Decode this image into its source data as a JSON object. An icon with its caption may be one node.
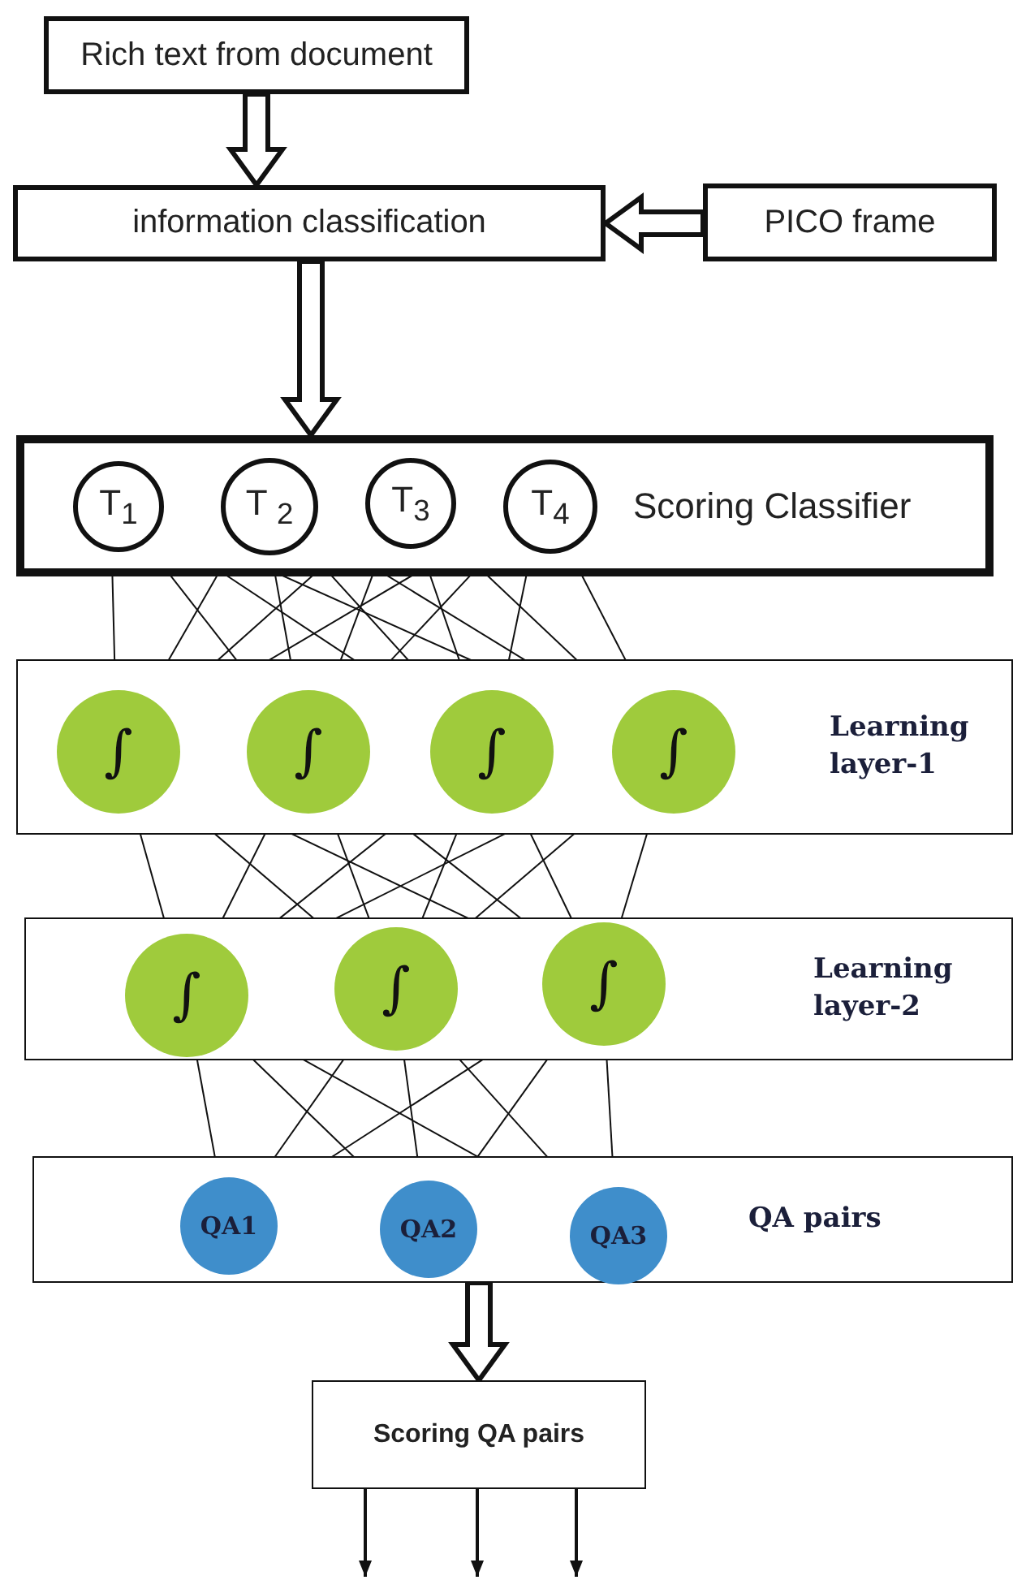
{
  "diagram": {
    "nodes": [
      {
        "text": [
          "Rich text from document"
        ]
      },
      {
        "text": [
          "information classification"
        ]
      },
      {
        "text": [
          "PICO frame"
        ]
      },
      {
        "text": [
          "Scoring Classifier"
        ]
      },
      {
        "text": [
          "T$_{1}$"
        ],
        "in": 3
      },
      {
        "text": [
          "T $_{2}$"
        ],
        "in": 3
      },
      {
        "text": [
          "T$_{3}$"
        ],
        "in": 3
      },
      {
        "text": [
          "T$_{4}$"
        ],
        "in": 3
      },
      {
        "text": [
          "Learning layer-1"
        ]
      },
      {
        "text": [
          "∫"
        ],
        "in": 8
      },
      {
        "text": [
          "∫"
        ],
        "in": 8
      },
      {
        "text": [
          "∫"
        ],
        "in": 8
      },
      {
        "text": [
          "∫"
        ],
        "in": 8
      },
      {
        "text": [
          "Learning layer-2"
        ]
      },
      {
        "text": [
          "∫"
        ],
        "in": 13
      },
      {
        "text": [
          "∫"
        ],
        "in": 13
      },
      {
        "text": [
          "∫"
        ],
        "in": 13
      },
      {
        "text": [
          "QA pairs"
        ]
      },
      {
        "text": [
          "QA1"
        ],
        "in": 17
      },
      {
        "text": [
          "QA2"
        ],
        "in": 17
      },
      {
        "text": [
          "QA3"
        ],
        "in": 17
      },
      {
        "text": [
          "Scoring QA pairs"
        ]
      }
    ],
    "edges": [
      {
        "from": 0,
        "to": 1,
        "arrow": "to",
        "style": "thick"
      },
      {
        "from": 2,
        "to": 1,
        "arrow": "to",
        "style": "thick"
      },
      {
        "from": 1,
        "to": 3,
        "arrow": "to",
        "style": "thick"
      },
      {
        "from": 4,
        "to": 9,
        "arrow": "none"
      },
      {
        "from": 4,
        "to": 10,
        "arrow": "none"
      },
      {
        "from": 4,
        "to": 11,
        "arrow": "none"
      },
      {
        "from": 4,
        "to": 12,
        "arrow": "none"
      },
      {
        "from": 5,
        "to": 9,
        "arrow": "none"
      },
      {
        "from": 5,
        "to": 10,
        "arrow": "none"
      },
      {
        "from": 5,
        "to": 11,
        "arrow": "none"
      },
      {
        "from": 5,
        "to": 12,
        "arrow": "none"
      },
      {
        "from": 6,
        "to": 9,
        "arrow": "none"
      },
      {
        "from": 6,
        "to": 10,
        "arrow": "none"
      },
      {
        "from": 6,
        "to": 11,
        "arrow": "none"
      },
      {
        "from": 6,
        "to": 12,
        "arrow": "none"
      },
      {
        "from": 7,
        "to": 9,
        "arrow": "none"
      },
      {
        "from": 7,
        "to": 10,
        "arrow": "none"
      },
      {
        "from": 7,
        "to": 11,
        "arrow": "none"
      },
      {
        "from": 7,
        "to": 12,
        "arrow": "none"
      },
      {
        "from": 9,
        "to": 14,
        "arrow": "none"
      },
      {
        "from": 9,
        "to": 15,
        "arrow": "none"
      },
      {
        "from": 9,
        "to": 16,
        "arrow": "none"
      },
      {
        "from": 10,
        "to": 14,
        "arrow": "none"
      },
      {
        "from": 10,
        "to": 15,
        "arrow": "none"
      },
      {
        "from": 10,
        "to": 16,
        "arrow": "none"
      },
      {
        "from": 11,
        "to": 14,
        "arrow": "none"
      },
      {
        "from": 11,
        "to": 15,
        "arrow": "none"
      },
      {
        "from": 11,
        "to": 16,
        "arrow": "none"
      },
      {
        "from": 12,
        "to": 14,
        "arrow": "none"
      },
      {
        "from": 12,
        "to": 15,
        "arrow": "none"
      },
      {
        "from": 12,
        "to": 16,
        "arrow": "none"
      },
      {
        "from": 14,
        "to": 18,
        "arrow": "none"
      },
      {
        "from": 14,
        "to": 19,
        "arrow": "none"
      },
      {
        "from": 14,
        "to": 20,
        "arrow": "none"
      },
      {
        "from": 15,
        "to": 18,
        "arrow": "none"
      },
      {
        "from": 15,
        "to": 19,
        "arrow": "none"
      },
      {
        "from": 15,
        "to": 20,
        "arrow": "none"
      },
      {
        "from": 16,
        "to": 18,
        "arrow": "none"
      },
      {
        "from": 16,
        "to": 19,
        "arrow": "none"
      },
      {
        "from": 16,
        "to": 20,
        "arrow": "none"
      },
      {
        "from": 17,
        "to": 21,
        "arrow": "to",
        "style": "thick"
      },
      {
        "from": 21,
        "to": null,
        "arrow": "to"
      },
      {
        "from": 21,
        "to": null,
        "arrow": "to"
      },
      {
        "from": 21,
        "to": null,
        "arrow": "to"
      }
    ]
  }
}
